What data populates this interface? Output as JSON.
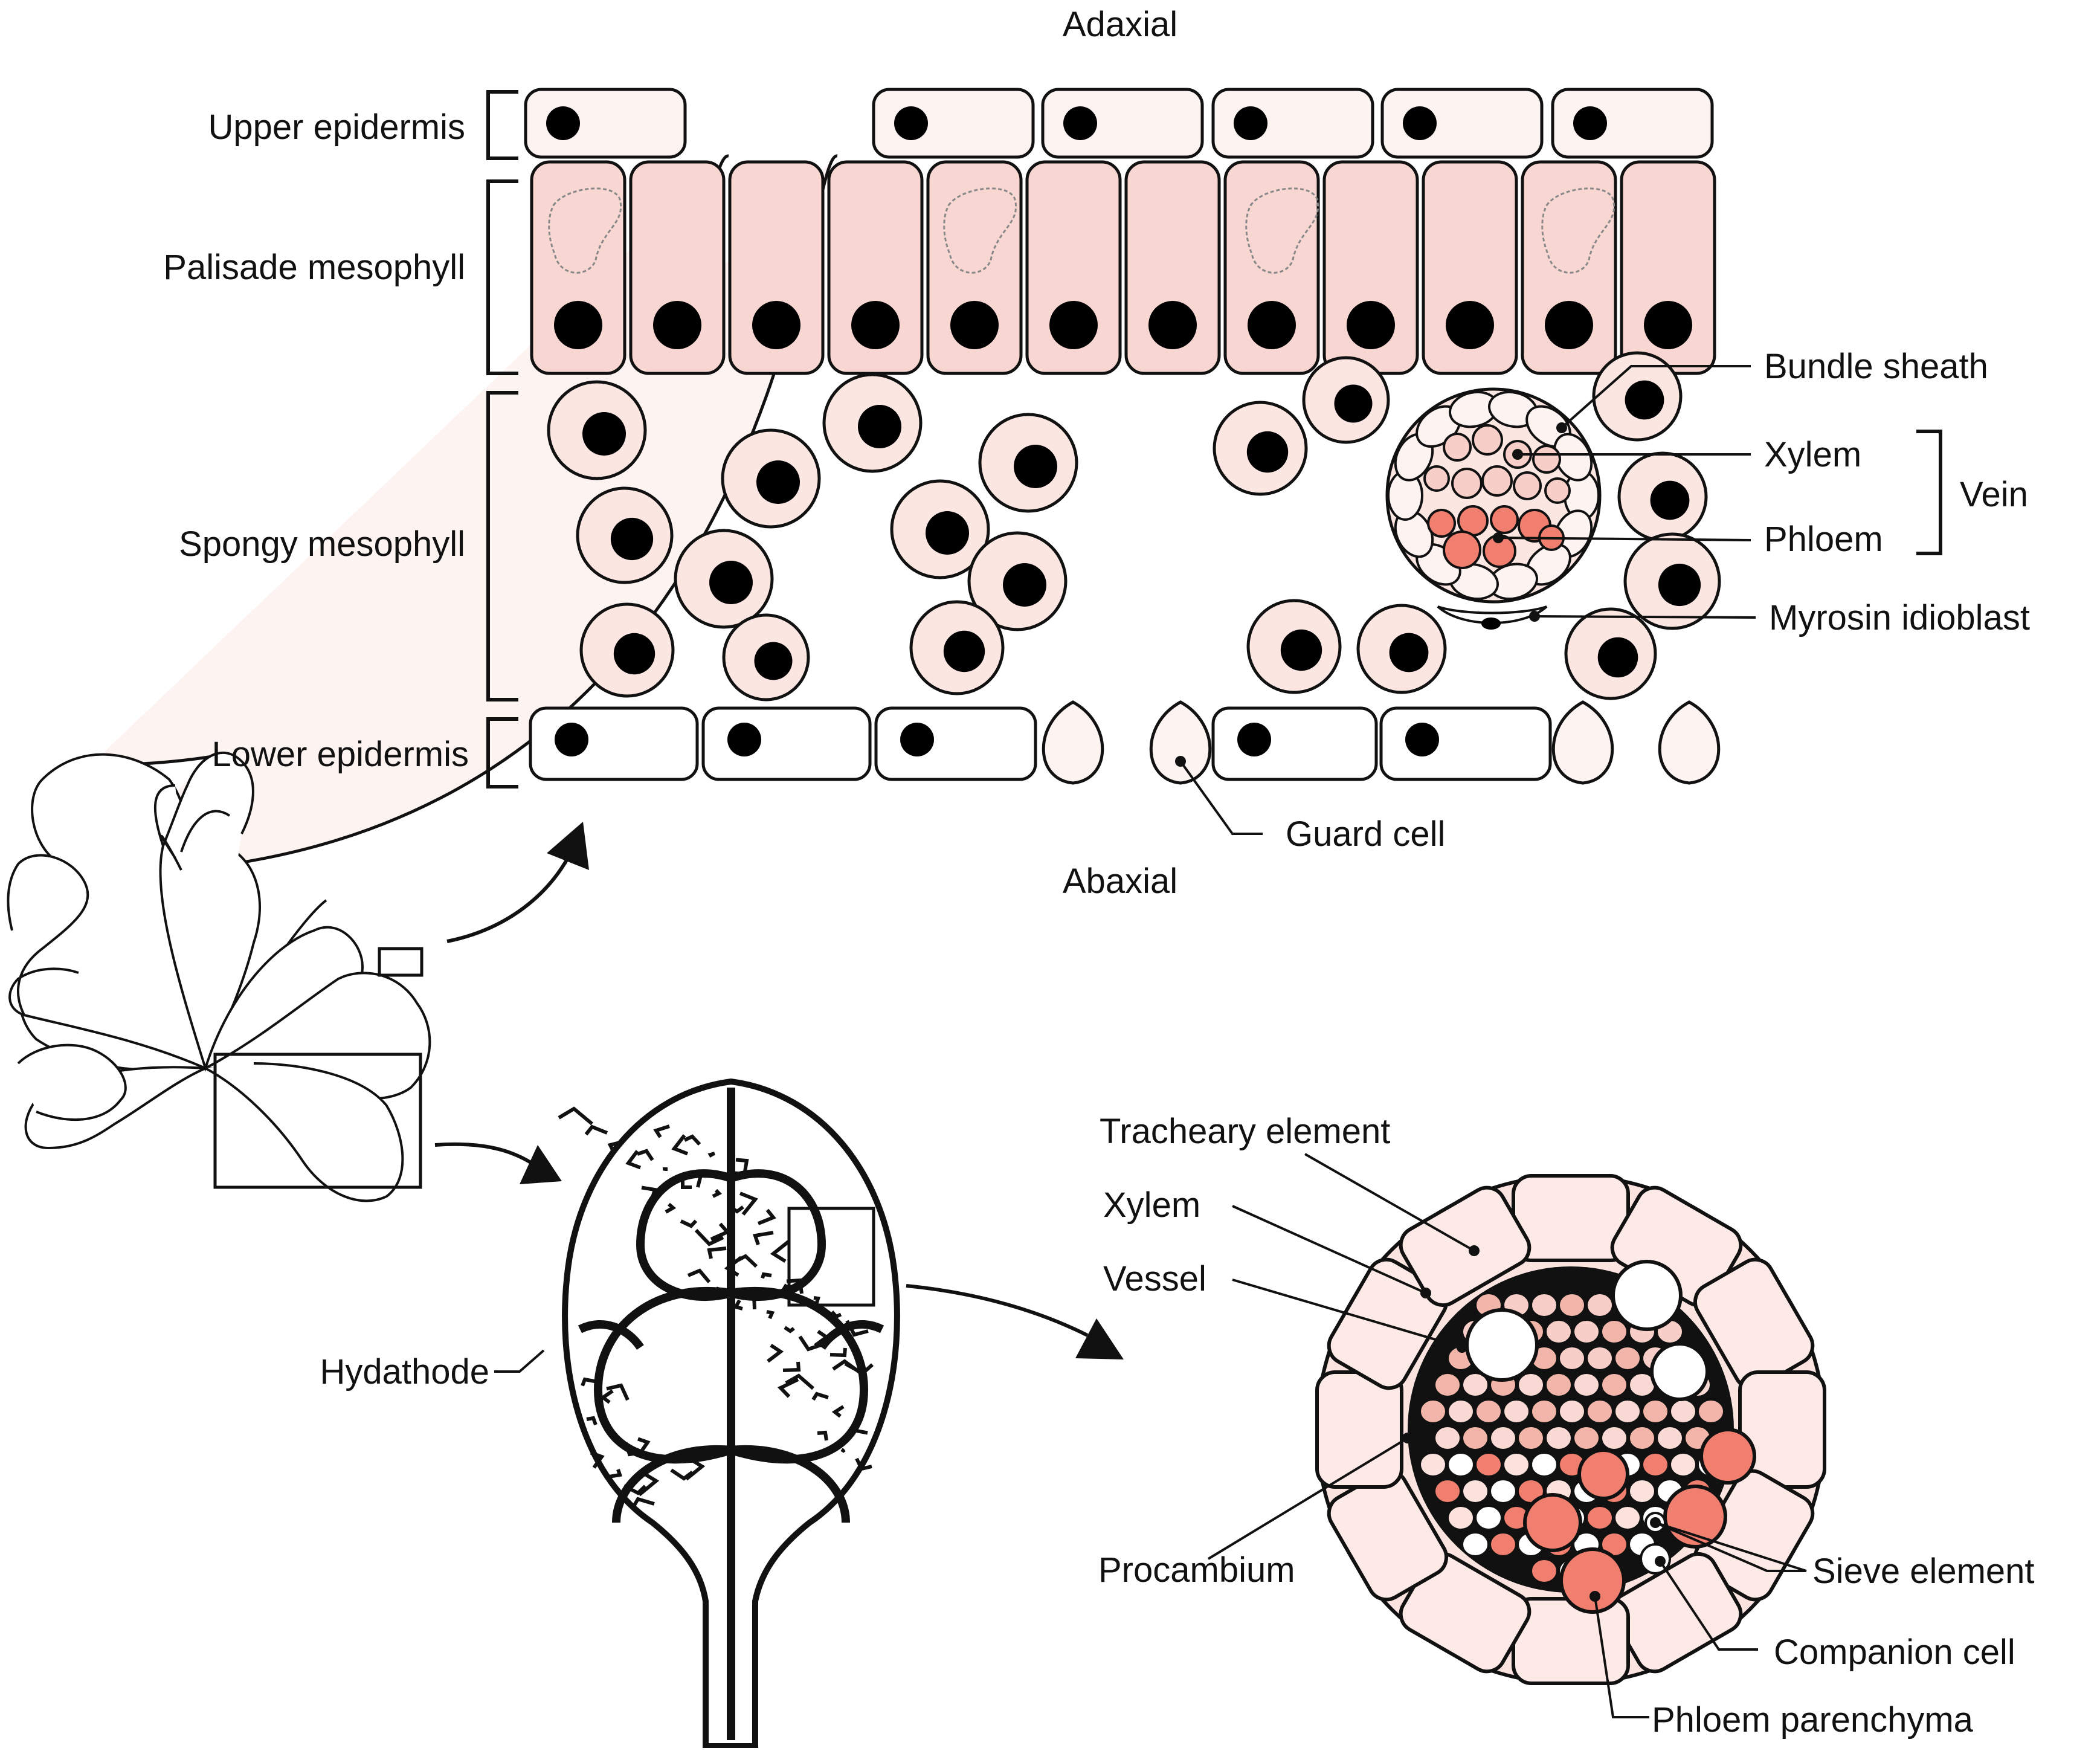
{
  "colors": {
    "stroke": "#111111",
    "epidermis_fill": "#fdf3f1",
    "palisade_fill": "#f8d7d2",
    "spongy_fill": "#fbe6e2",
    "xylem_light": "#f7cfc8",
    "xylem_mid": "#f2b5aa",
    "phloem_fill": "#f07f70",
    "vessel_fill": "#ffffff",
    "nucleus": "#000000"
  },
  "labels": {
    "adaxial": "Adaxial",
    "abaxial": "Abaxial",
    "upper_epidermis": "Upper epidermis",
    "palisade_mesophyll": "Palisade mesophyll",
    "spongy_mesophyll": "Spongy mesophyll",
    "lower_epidermis": "Lower epidermis",
    "bundle_sheath": "Bundle sheath",
    "xylem": "Xylem",
    "phloem": "Phloem",
    "vein": "Vein",
    "myrosin_idioblast": "Myrosin idioblast",
    "guard_cell": "Guard cell",
    "hydathode": "Hydathode",
    "tracheary_element": "Tracheary element",
    "xylem_2": "Xylem",
    "vessel": "Vessel",
    "procambium": "Procambium",
    "sieve_element": "Sieve element",
    "companion_cell": "Companion cell",
    "phloem_parenchyma": "Phloem parenchyma"
  },
  "icons": {
    "rosette": "rosette-icon",
    "leaf": "leaf-venation-icon",
    "arrow": "curved-arrow-icon"
  }
}
